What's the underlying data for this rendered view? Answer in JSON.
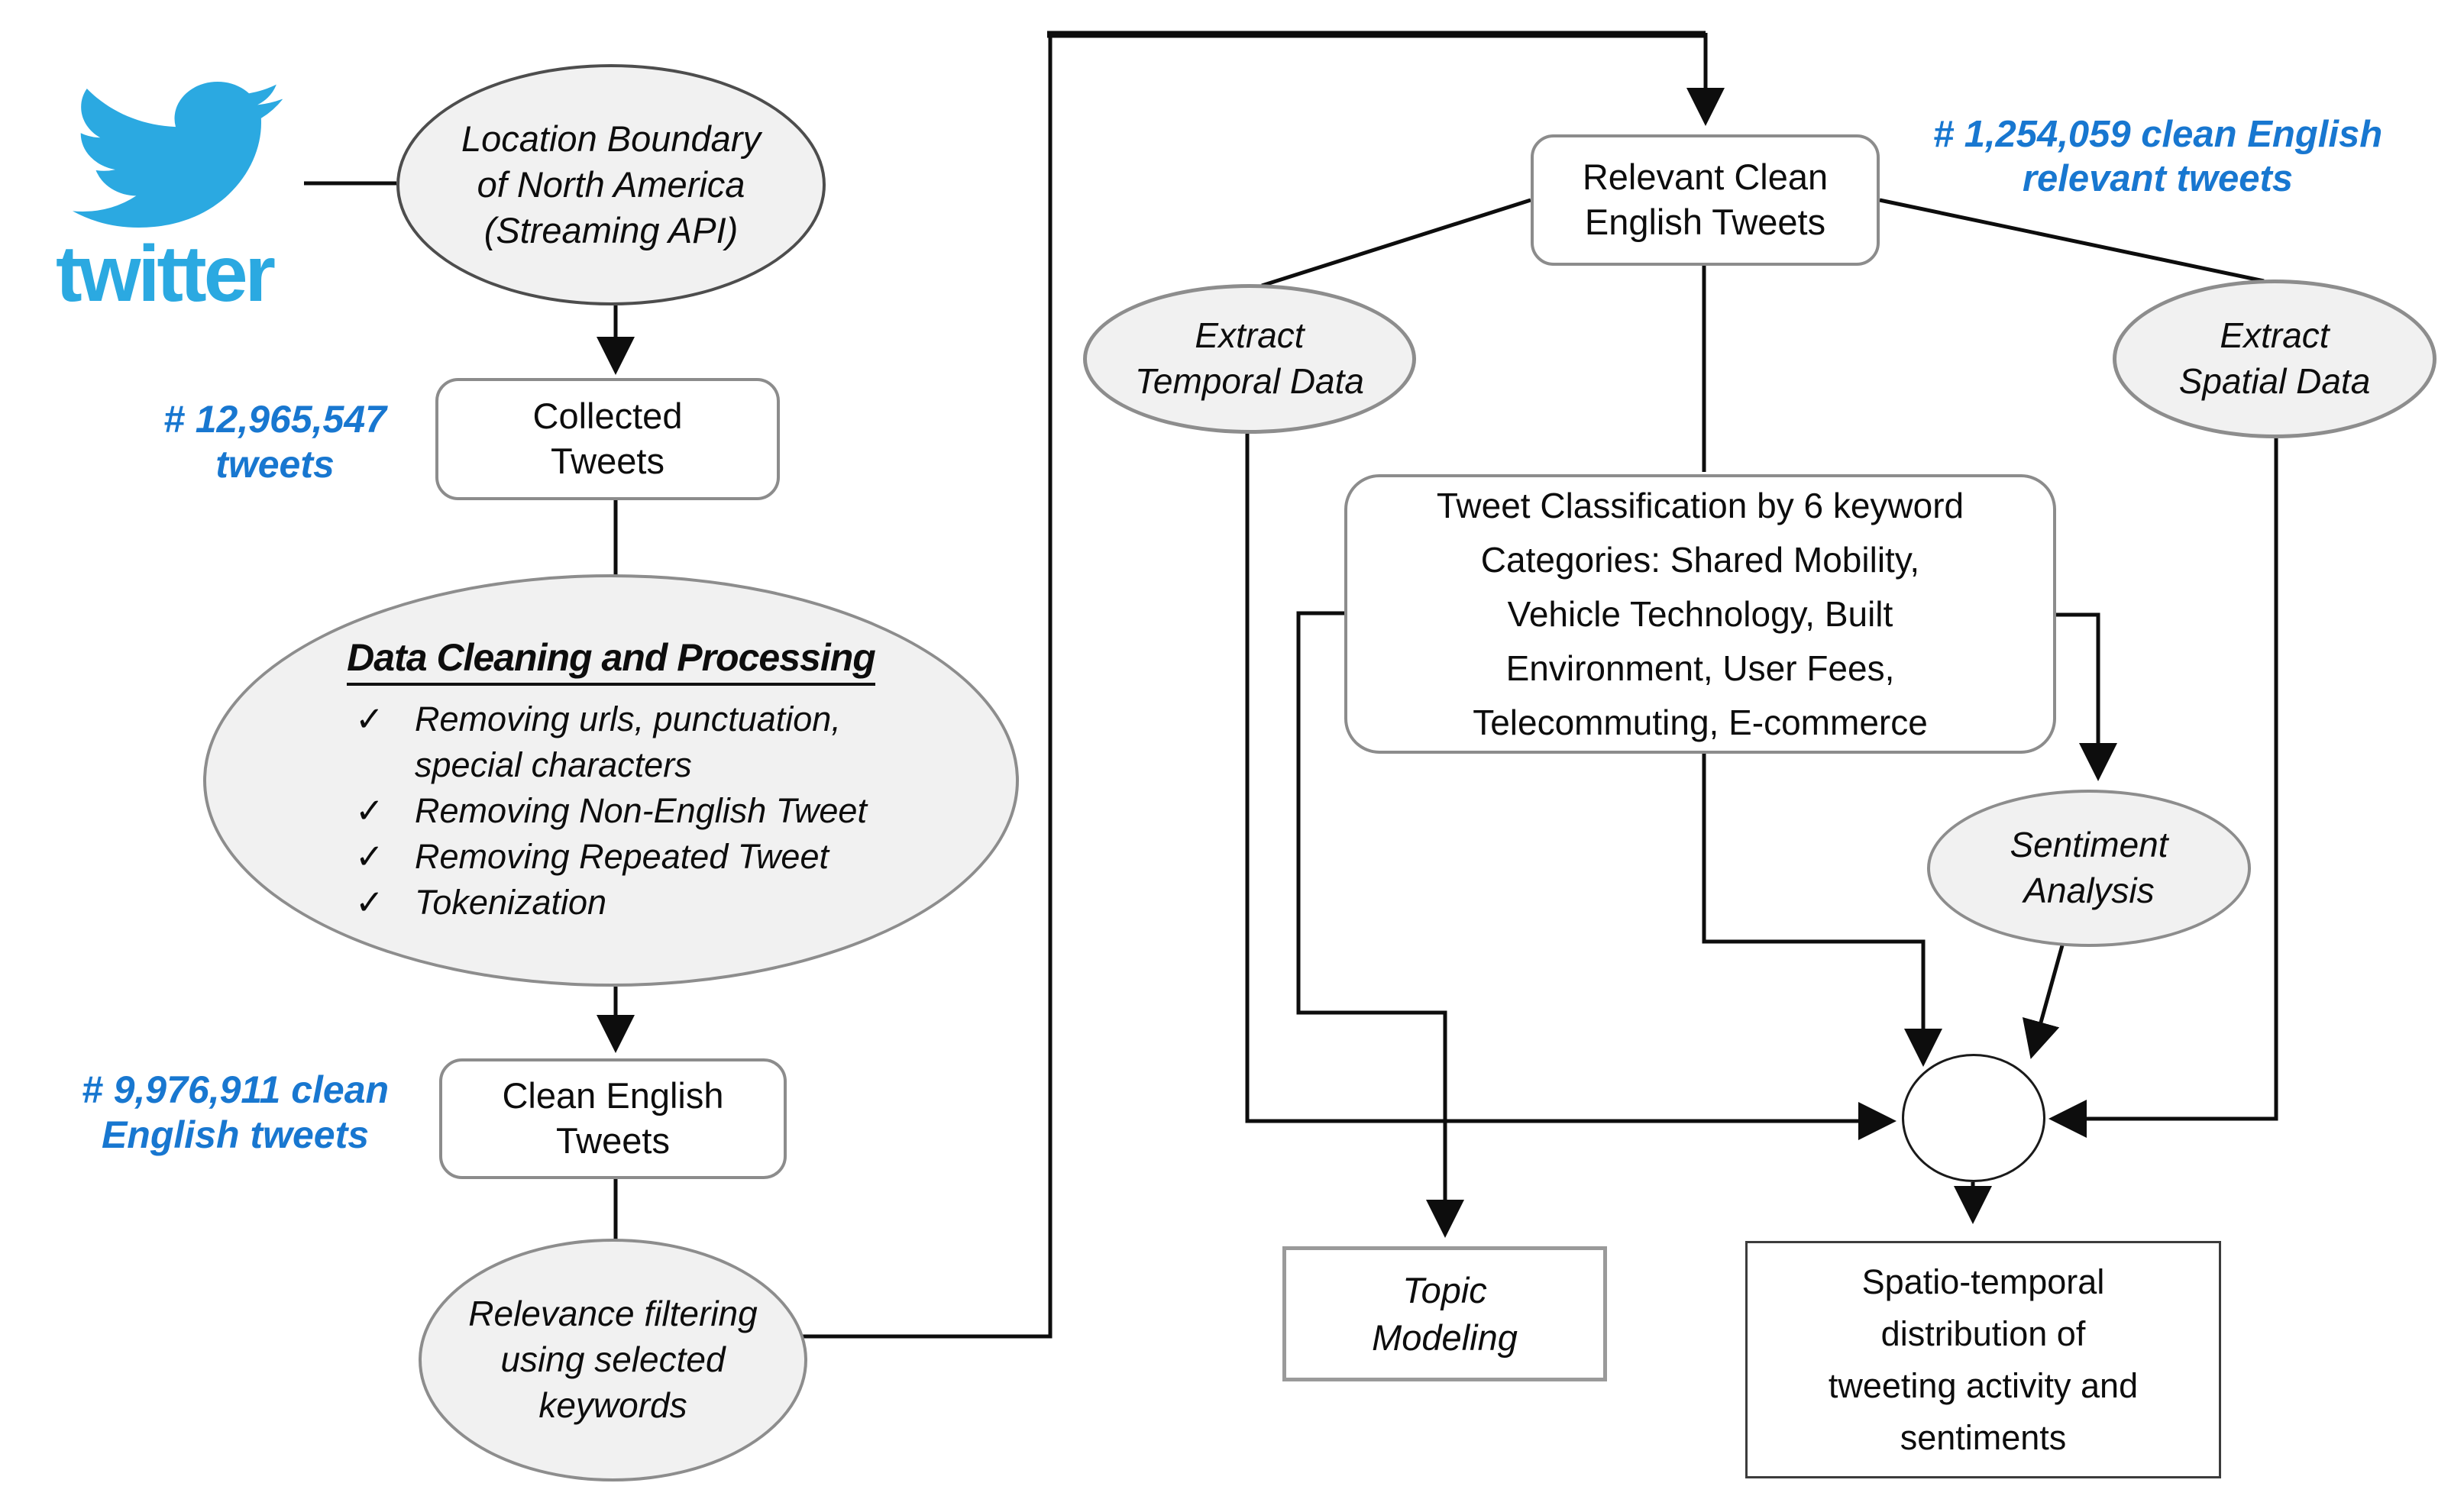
{
  "colors": {
    "twitter_blue": "#2BA9E1",
    "annotation_blue": "#1877D0",
    "node_fill_gray": "#f1f1f1",
    "node_border_gray": "#8d8d8d"
  },
  "logo": {
    "wordmark": "twitter"
  },
  "annotations": {
    "collected": {
      "lines": [
        "# 12,965,547",
        "tweets"
      ]
    },
    "clean": {
      "lines": [
        "# 9,976,911 clean",
        "English tweets"
      ]
    },
    "relevant": {
      "lines": [
        "# 1,254,059 clean English",
        "relevant tweets"
      ]
    }
  },
  "nodes": {
    "location": {
      "lines": [
        "Location Boundary",
        "of North America",
        "(Streaming API)"
      ]
    },
    "collected": {
      "lines": [
        "Collected",
        "Tweets"
      ]
    },
    "cleaning": {
      "title": "Data Cleaning and Processing",
      "check": "✓",
      "items": [
        {
          "lines": [
            "Removing urls, punctuation,",
            "special characters"
          ]
        },
        {
          "lines": [
            "Removing Non-English Tweet"
          ]
        },
        {
          "lines": [
            "Removing Repeated Tweet"
          ]
        },
        {
          "lines": [
            "Tokenization"
          ]
        }
      ]
    },
    "clean": {
      "lines": [
        "Clean English",
        "Tweets"
      ]
    },
    "relevance": {
      "lines": [
        "Relevance filtering",
        "using selected",
        "keywords"
      ]
    },
    "relevant": {
      "lines": [
        "Relevant Clean",
        "English Tweets"
      ]
    },
    "temporal": {
      "lines": [
        "Extract",
        "Temporal Data"
      ]
    },
    "spatial": {
      "lines": [
        "Extract",
        "Spatial Data"
      ]
    },
    "tweetclass": {
      "lines": [
        "Tweet Classification by 6 keyword",
        "Categories: Shared Mobility,",
        "Vehicle Technology, Built",
        "Environment,  User Fees,",
        "Telecommuting, E-commerce"
      ]
    },
    "sentiment": {
      "lines": [
        "Sentiment",
        "Analysis"
      ]
    },
    "topic": {
      "lines": [
        "Topic",
        "Modeling"
      ]
    },
    "spatio": {
      "lines": [
        "Spatio-temporal",
        "distribution of",
        "tweeting activity and",
        "sentiments"
      ]
    }
  }
}
